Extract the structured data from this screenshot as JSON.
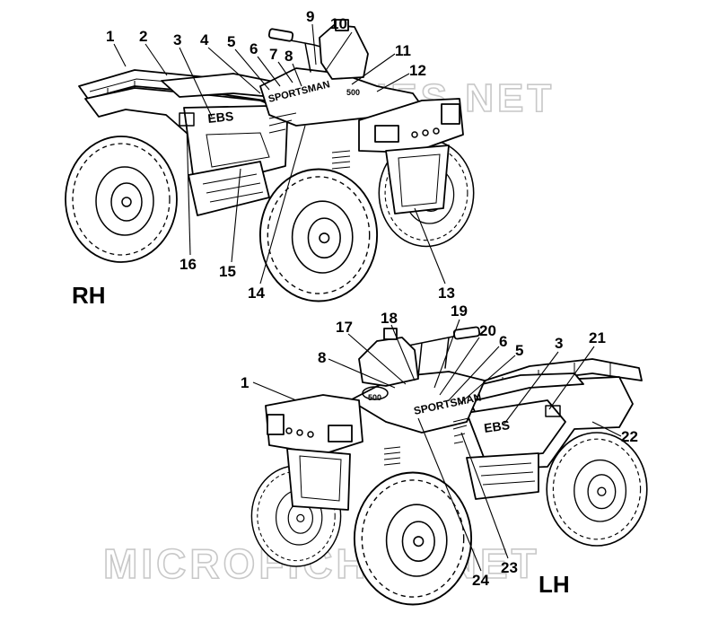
{
  "views": {
    "rh": {
      "label": "RH"
    },
    "lh": {
      "label": "LH"
    }
  },
  "decals": {
    "brand": "SPORTSMAN",
    "model": "500",
    "ebs": "EBS"
  },
  "watermarks": {
    "top": "MICROFICHES.NET",
    "bottom": "MICROFICHES.NET"
  },
  "callouts_rh": [
    "1",
    "2",
    "3",
    "4",
    "5",
    "6",
    "7",
    "8",
    "9",
    "10",
    "11",
    "12",
    "13",
    "14",
    "15",
    "16"
  ],
  "callouts_lh": [
    "1",
    "3",
    "5",
    "6",
    "8",
    "17",
    "18",
    "19",
    "20",
    "21",
    "22",
    "23",
    "24"
  ],
  "colors": {
    "line": "#000000",
    "watermark": "#c8c8c8",
    "background": "#ffffff"
  }
}
